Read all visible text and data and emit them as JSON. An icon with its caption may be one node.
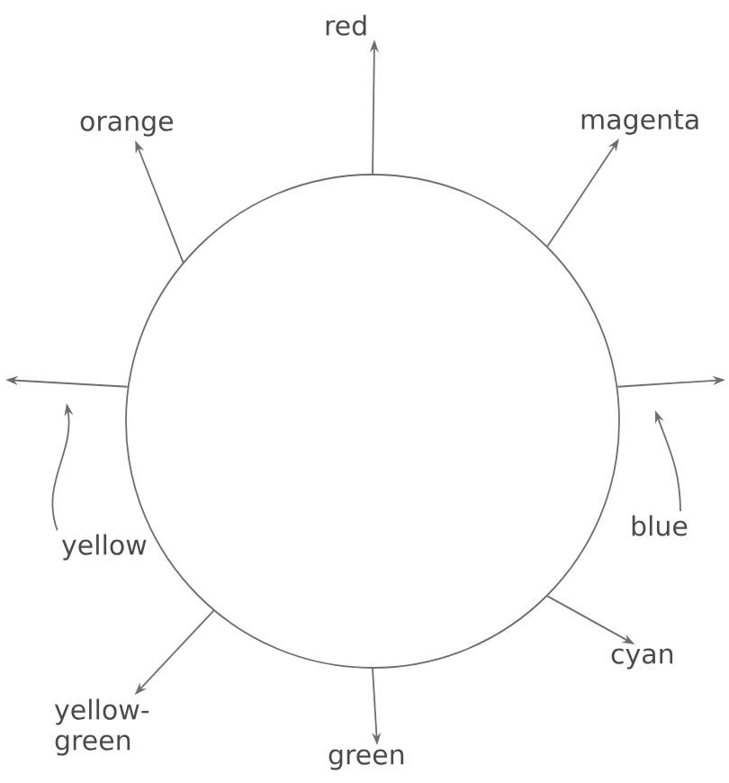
{
  "diagram": {
    "nodes": [
      {
        "text": [],
        "shape": "circle"
      },
      {
        "text": [
          "red"
        ]
      },
      {
        "text": [
          "orange"
        ]
      },
      {
        "text": [
          "magenta"
        ]
      },
      {
        "text": [
          "yellow"
        ]
      },
      {
        "text": [
          "blue"
        ]
      },
      {
        "text": [
          "yellow-green"
        ]
      },
      {
        "text": [
          "cyan"
        ]
      },
      {
        "text": [
          "green"
        ]
      }
    ],
    "edges": [
      {
        "from": 0,
        "to": 1,
        "arrow": "to"
      },
      {
        "from": 0,
        "to": 3,
        "arrow": "to"
      },
      {
        "from": 0,
        "to": null,
        "arrow": "to"
      },
      {
        "from": 0,
        "to": 7,
        "arrow": "to"
      },
      {
        "from": 0,
        "to": 8,
        "arrow": "to"
      },
      {
        "from": 0,
        "to": 6,
        "arrow": "to"
      },
      {
        "from": 0,
        "to": null,
        "arrow": "to"
      },
      {
        "from": 0,
        "to": 2,
        "arrow": "to"
      },
      {
        "from": 4,
        "to": null,
        "arrow": "to"
      },
      {
        "from": 5,
        "to": null,
        "arrow": "to"
      }
    ]
  }
}
